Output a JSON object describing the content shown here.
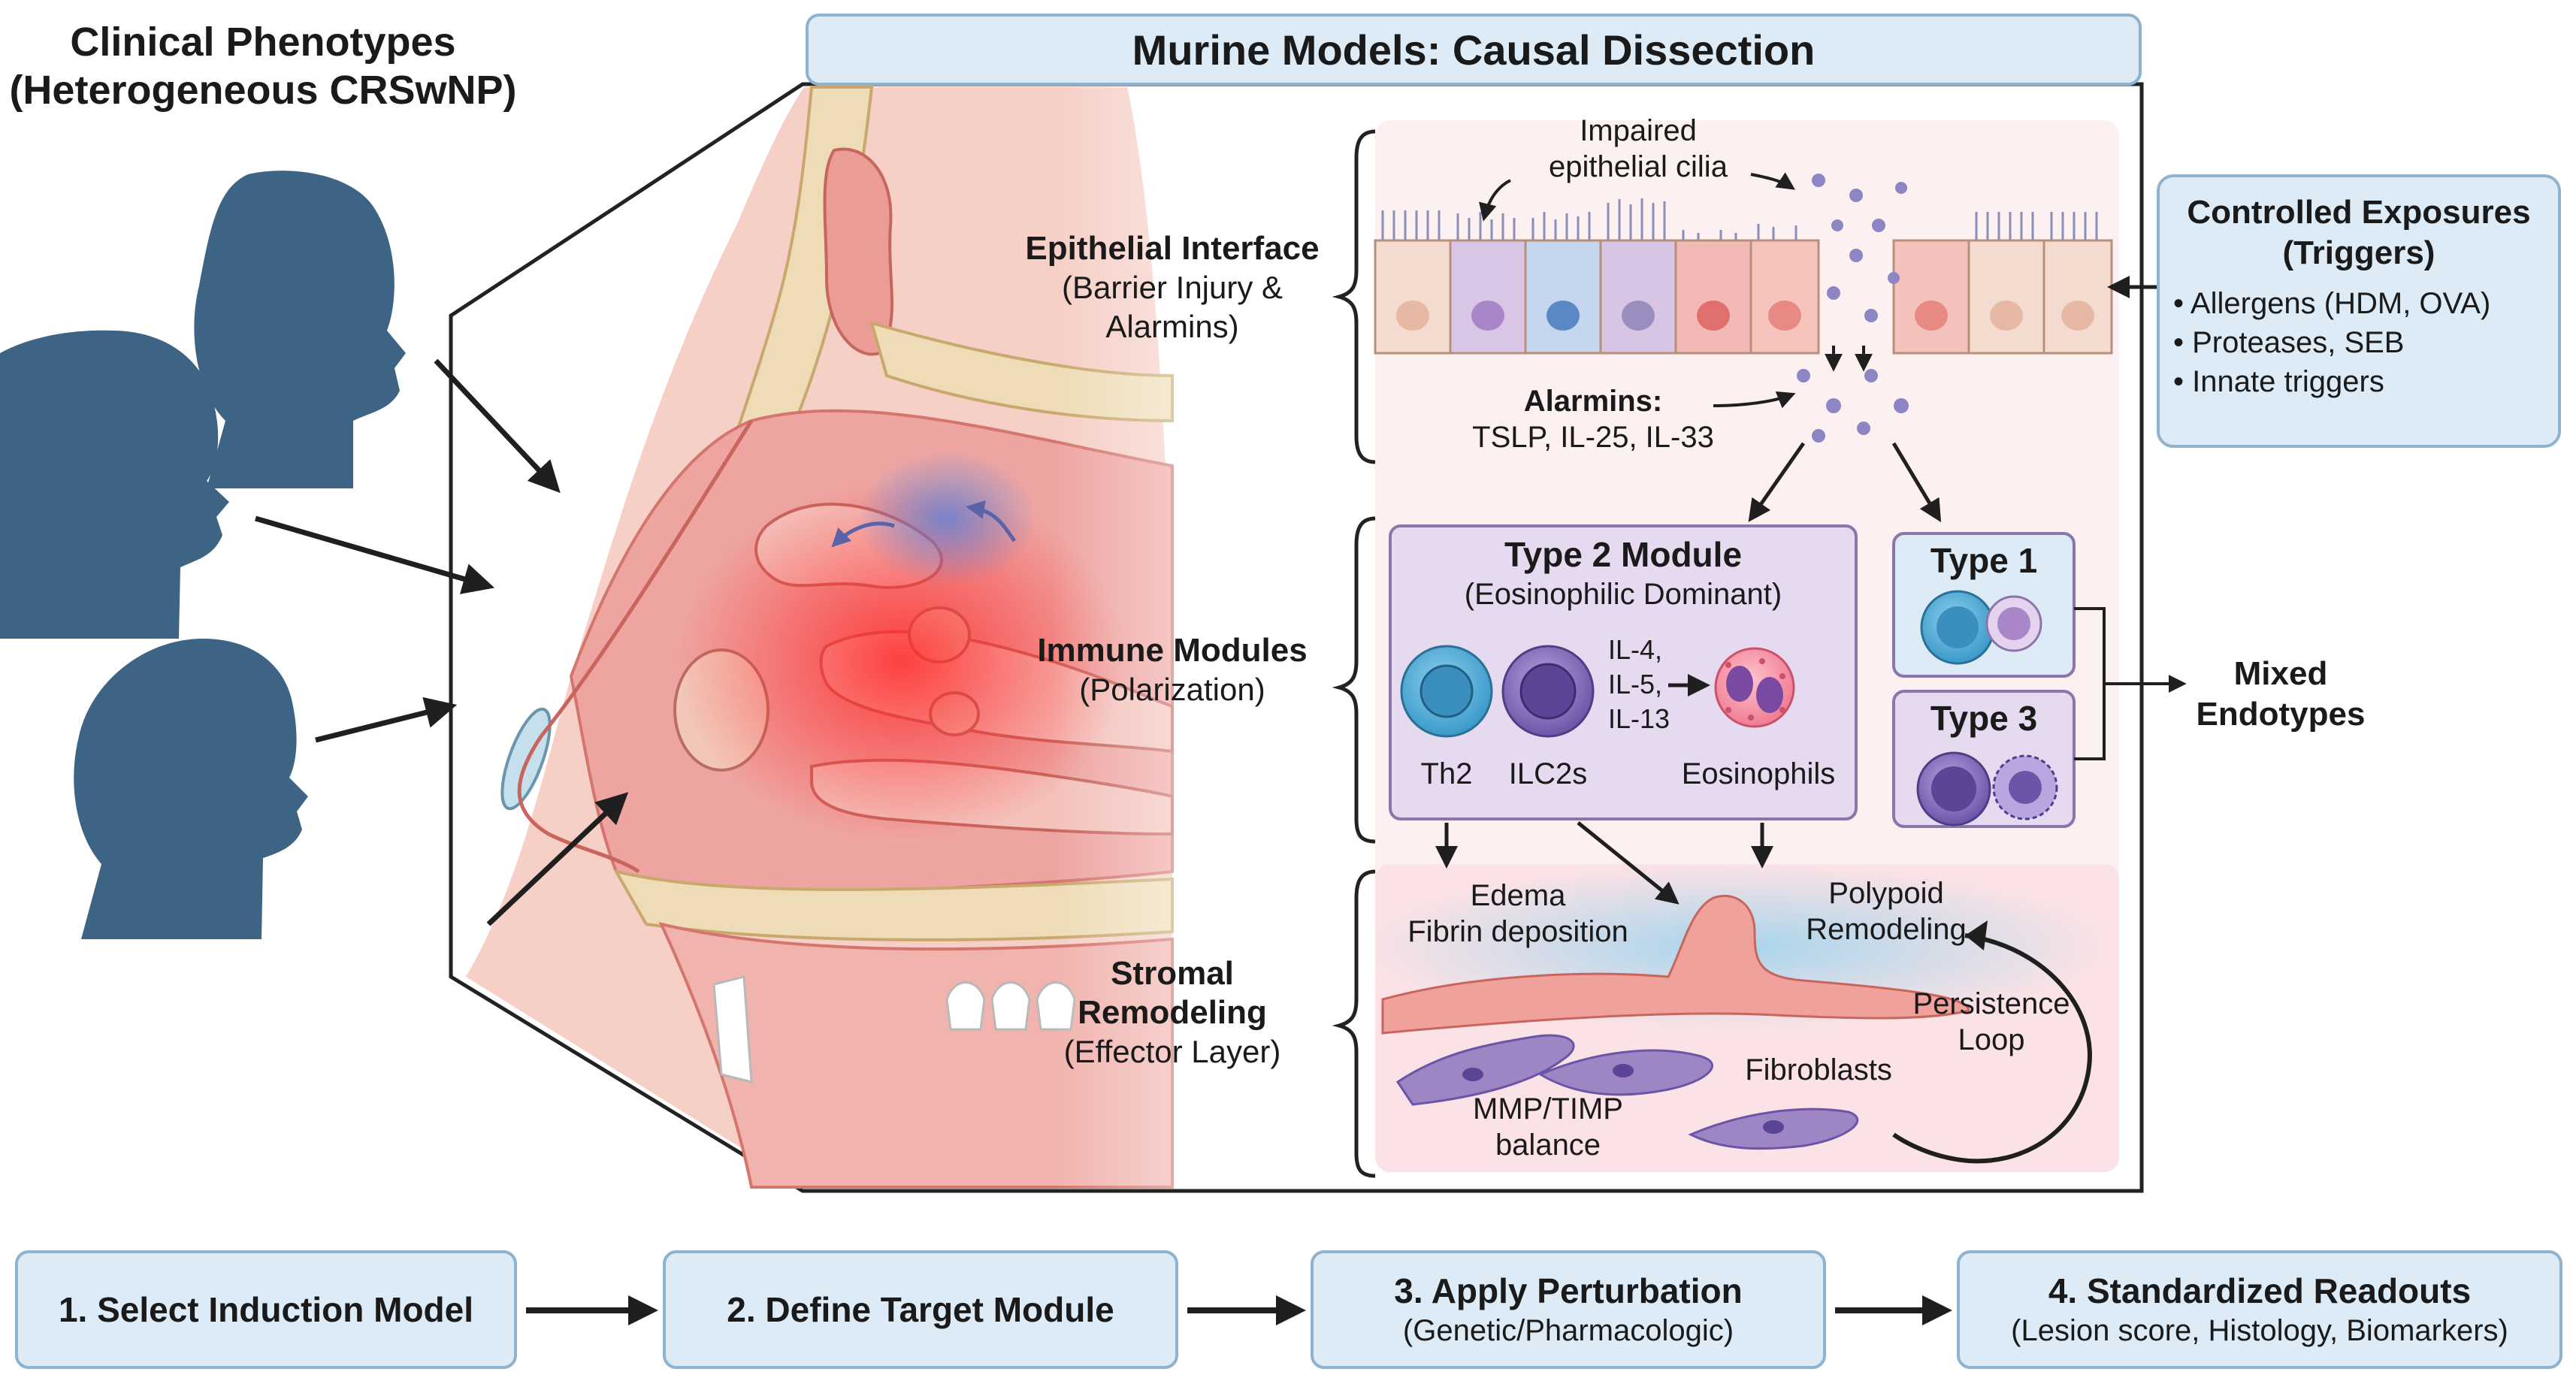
{
  "left_title": [
    "Clinical Phenotypes",
    "(Heterogeneous CRSwNP)"
  ],
  "panel_title": "Murine Models: Causal Dissection",
  "layers": {
    "epithelial": {
      "title": "Epithelial Interface",
      "lines": [
        "(Barrier Injury &",
        "Alarmins)"
      ]
    },
    "immune": {
      "title": "Immune Modules",
      "lines": [
        "(Polarization)"
      ]
    },
    "stromal": {
      "title_lines": [
        "Stromal",
        "Remodeling"
      ],
      "lines": [
        "(Effector Layer)"
      ]
    }
  },
  "epithelium": {
    "cilia_label": [
      "Impaired",
      "epithelial cilia"
    ],
    "alarmins_title": "Alarmins:",
    "alarmins_list": "TSLP, IL-25, IL-33"
  },
  "exposures": {
    "title_lines": [
      "Controlled Exposures",
      "(Triggers)"
    ],
    "items": [
      "Allergens (HDM, OVA)",
      "Proteases, SEB",
      "Innate triggers"
    ]
  },
  "type2": {
    "title": "Type 2 Module",
    "subtitle": "(Eosinophilic Dominant)",
    "cytokines": [
      "IL-4,",
      "IL-5,",
      "IL-13"
    ],
    "cells": [
      "Th2",
      "ILC2s",
      "Eosinophils"
    ]
  },
  "type1": {
    "title": "Type 1"
  },
  "type3": {
    "title": "Type 3"
  },
  "mixed": [
    "Mixed",
    "Endotypes"
  ],
  "stroma": {
    "edema": [
      "Edema",
      "Fibrin deposition"
    ],
    "polypoid": [
      "Polypoid",
      "Remodeling"
    ],
    "persistence": [
      "Persistence",
      "Loop"
    ],
    "mmp": [
      "MMP/TIMP",
      "balance"
    ],
    "fibroblasts": "Fibroblasts"
  },
  "steps": [
    {
      "main": "1. Select Induction Model",
      "sub": ""
    },
    {
      "main": "2. Define Target Module",
      "sub": ""
    },
    {
      "main": "3. Apply Perturbation",
      "sub": "(Genetic/Pharmacologic)"
    },
    {
      "main": "4. Standardized Readouts",
      "sub": "(Lesion score, Histology, Biomarkers)"
    }
  ],
  "colors": {
    "head": "#3e6485",
    "box_fill": "#dcebf6",
    "box_border": "#8fb2cf",
    "module_fill": "#e6daf0",
    "module_border": "#8c75ab",
    "tissue": "#eea5a2",
    "bone": "#eedcb6"
  }
}
